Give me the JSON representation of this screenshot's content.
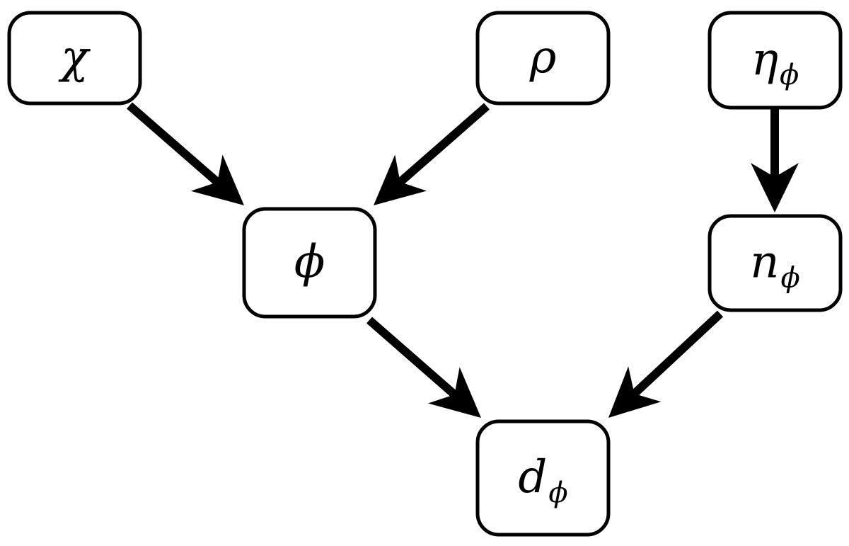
{
  "nodes": [
    {
      "id": "chi",
      "label": "χ",
      "sub": ""
    },
    {
      "id": "rho",
      "label": "ρ",
      "sub": ""
    },
    {
      "id": "eta_phi",
      "label": "η",
      "sub": "ϕ"
    },
    {
      "id": "phi",
      "label": "ϕ",
      "sub": ""
    },
    {
      "id": "n_phi",
      "label": "n",
      "sub": "ϕ"
    },
    {
      "id": "d_phi",
      "label": "d",
      "sub": "ϕ"
    }
  ],
  "edges": [
    {
      "from": "chi",
      "to": "phi"
    },
    {
      "from": "rho",
      "to": "phi"
    },
    {
      "from": "eta_phi",
      "to": "n_phi"
    },
    {
      "from": "phi",
      "to": "d_phi"
    },
    {
      "from": "n_phi",
      "to": "d_phi"
    }
  ]
}
